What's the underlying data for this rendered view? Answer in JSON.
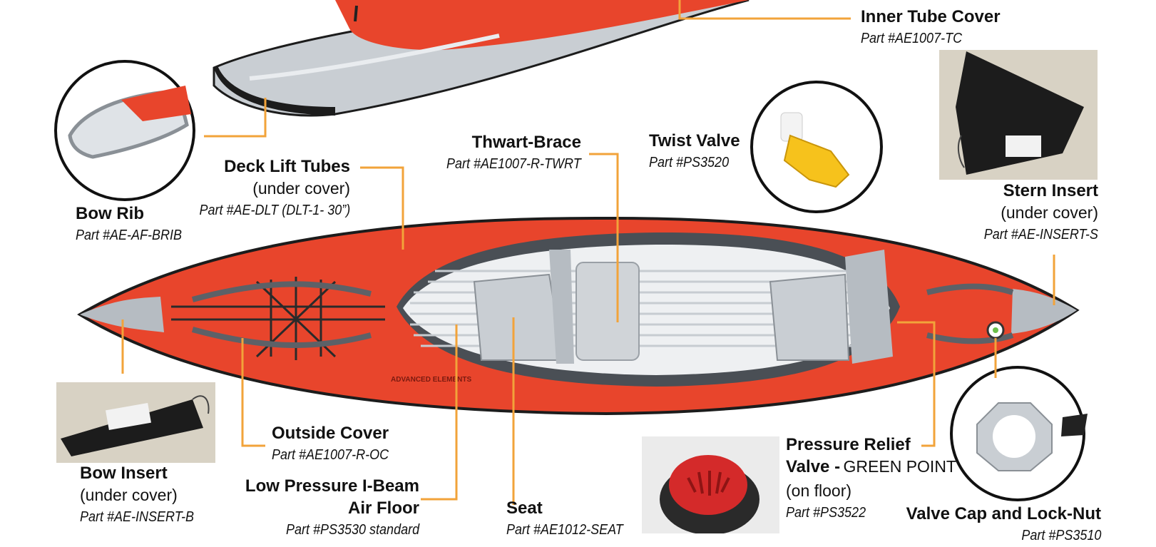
{
  "colors": {
    "hull_red": "#e8452c",
    "hull_gray": "#c9ced3",
    "leader_orange": "#f2a33a",
    "floor_white": "#eef0f2",
    "insert_black": "#1c1c1c"
  },
  "parts": {
    "inner_tube_cover": {
      "title": "Inner Tube Cover",
      "part": "Part #AE1007-TC"
    },
    "bow_rib": {
      "title": "Bow Rib",
      "part": "Part #AE-AF-BRIB"
    },
    "deck_lift_tubes": {
      "title": "Deck Lift Tubes",
      "note": "(under cover)",
      "part": "Part #AE-DLT (DLT-1- 30”)"
    },
    "thwart_brace": {
      "title": "Thwart-Brace",
      "part": "Part #AE1007-R-TWRT"
    },
    "twist_valve": {
      "title": "Twist Valve",
      "part": "Part #PS3520"
    },
    "stern_insert": {
      "title": "Stern Insert",
      "note": "(under cover)",
      "part": "Part #AE-INSERT-S"
    },
    "outside_cover": {
      "title": "Outside Cover",
      "part": "Part #AE1007-R-OC"
    },
    "bow_insert": {
      "title": "Bow Insert",
      "note": "(under cover)",
      "part": "Part #AE-INSERT-B"
    },
    "air_floor": {
      "title_line1": "Low Pressure I-Beam",
      "title_line2": "Air Floor",
      "part": "Part #PS3530 standard"
    },
    "seat": {
      "title": "Seat",
      "part": "Part #AE1012-SEAT"
    },
    "pressure_relief_valve": {
      "title_line1": "Pressure Relief",
      "title_line2": "Valve -",
      "note1": "GREEN POINT",
      "note2": "(on floor)",
      "part": "Part #PS3522"
    },
    "valve_cap": {
      "title": "Valve Cap and Lock-Nut",
      "part": "Part #PS3510"
    }
  },
  "hull_prints": {
    "brand": "ADVANCED ELEMENTS"
  }
}
